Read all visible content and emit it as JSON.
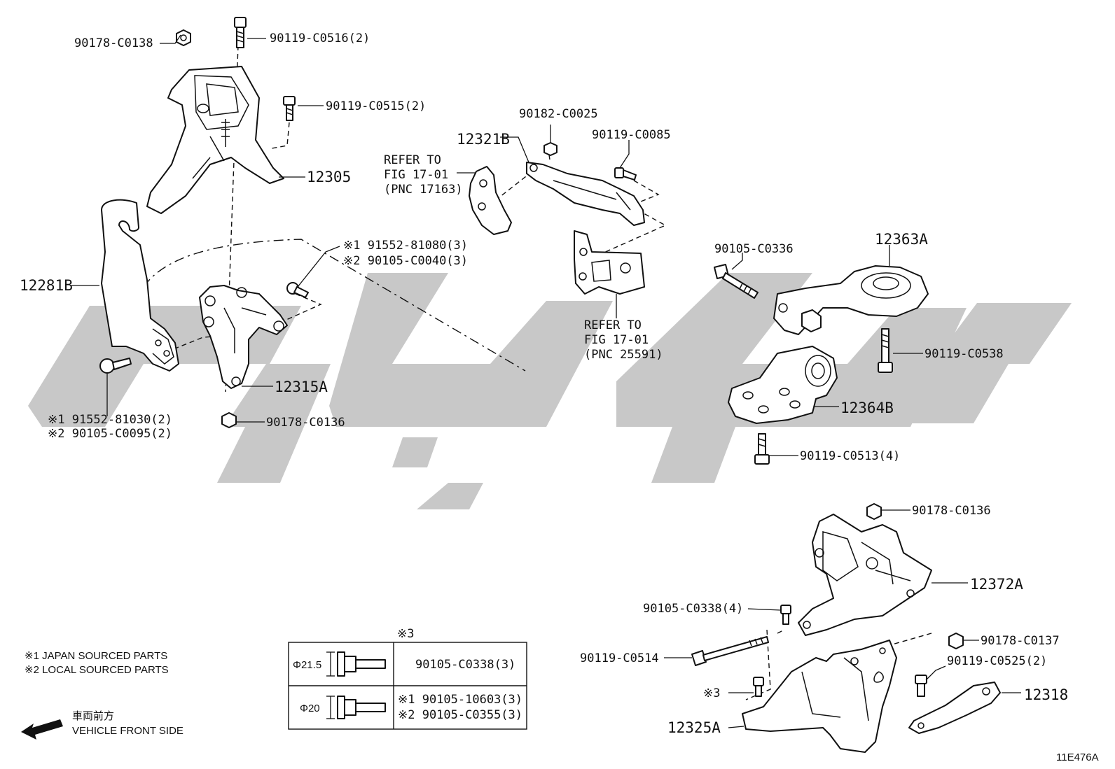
{
  "diagram_id": "11E476A",
  "callouts": {
    "c01": "90178-C0138",
    "c02": "90119-C0516(2)",
    "c03": "90119-C0515(2)",
    "c04": "12305",
    "c05": "12281B",
    "c06a": "※1 91552-81080(3)",
    "c06b": "※2 90105-C0040(3)",
    "c07": "12315A",
    "c08a": "※1 91552-81030(2)",
    "c08b": "※2 90105-C0095(2)",
    "c09": "90178-C0136",
    "c10": "12321B",
    "c11": "90182-C0025",
    "c12": "90119-C0085",
    "c13a": "REFER TO",
    "c13b": "FIG 17-01",
    "c13c": "(PNC 17163)",
    "c14a": "REFER TO",
    "c14b": "FIG 17-01",
    "c14c": "(PNC 25591)",
    "c15": "90105-C0336",
    "c16": "12363A",
    "c17": "90119-C0538",
    "c18": "12364B",
    "c19": "90119-C0513(4)",
    "c20": "90178-C0136",
    "c21": "12372A",
    "c22": "90105-C0338(4)",
    "c23": "90119-C0514",
    "c24": "90178-C0137",
    "c25": "90119-C0525(2)",
    "c26": "※3",
    "c27": "12318",
    "c28": "12325A"
  },
  "notes": {
    "n1": "※1  JAPAN SOURCED PARTS",
    "n2": "※2  LOCAL SOURCED PARTS"
  },
  "direction": {
    "jp": "車両前方",
    "en": "VEHICLE FRONT SIDE",
    "icon": "arrow-left-icon"
  },
  "bolt_table": {
    "title": "※3",
    "rows": [
      {
        "size": "Φ21.5",
        "part": "90105-C0338(3)"
      },
      {
        "size": "Φ20",
        "part_1": "※1 90105-10603(3)",
        "part_2": "※2 90105-C0355(3)"
      }
    ]
  },
  "colors": {
    "line": "#111111",
    "watermark": "#c8c8c8"
  }
}
